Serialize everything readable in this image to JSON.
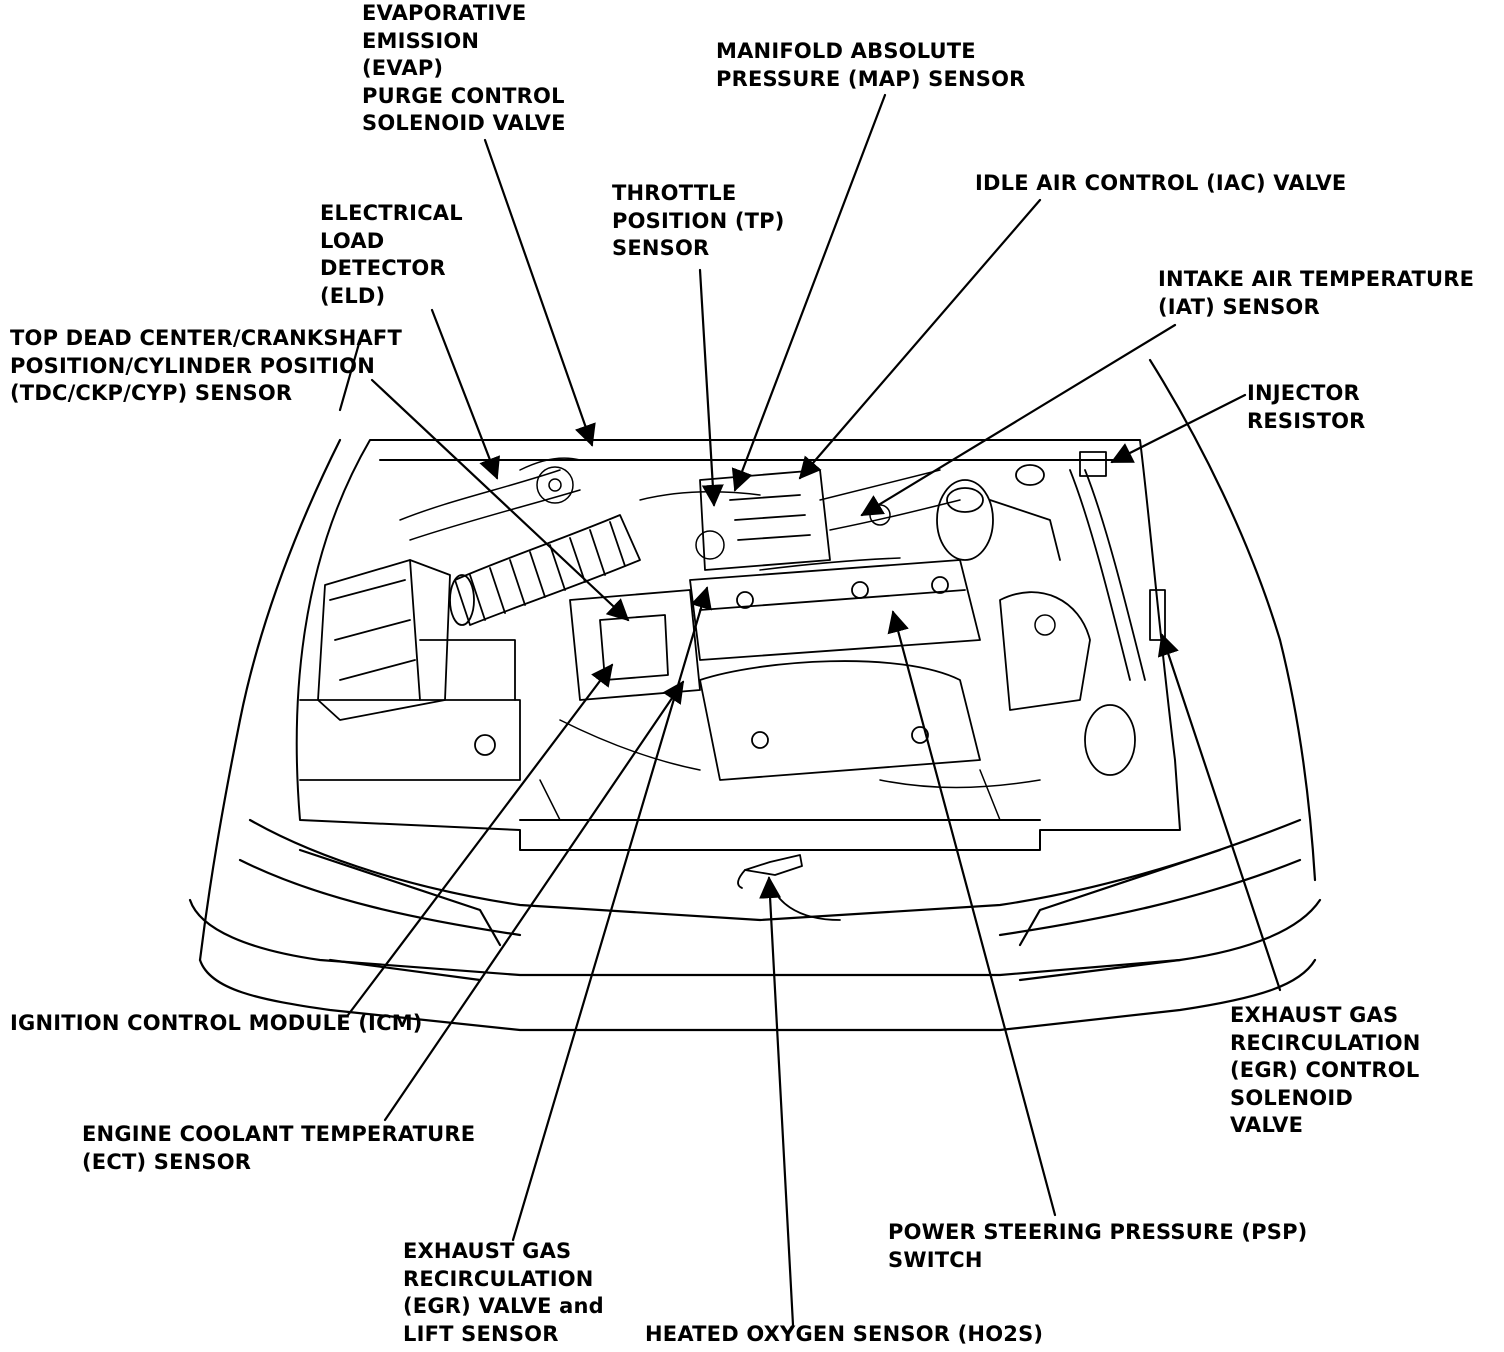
{
  "colors": {
    "ink": "#000000",
    "paper": "#ffffff"
  },
  "labels": {
    "evap": [
      "EVAPORATIVE",
      "EMISSION",
      "(EVAP)",
      "PURGE CONTROL",
      "SOLENOID VALVE"
    ],
    "map": [
      "MANIFOLD ABSOLUTE",
      "PRESSURE (MAP) SENSOR"
    ],
    "tp": [
      "THROTTLE",
      "POSITION (TP)",
      "SENSOR"
    ],
    "iac": [
      "IDLE AIR CONTROL (IAC) VALVE"
    ],
    "eld": [
      "ELECTRICAL",
      "LOAD",
      "DETECTOR",
      "(ELD)"
    ],
    "iat": [
      "INTAKE AIR TEMPERATURE",
      "(IAT) SENSOR"
    ],
    "tdc": [
      "TOP DEAD CENTER/CRANKSHAFT",
      "POSITION/CYLINDER POSITION",
      "(TDC/CKP/CYP) SENSOR"
    ],
    "injector": [
      "INJECTOR",
      "RESISTOR"
    ],
    "icm": [
      "IGNITION CONTROL MODULE (ICM)"
    ],
    "egr_solenoid": [
      "EXHAUST GAS",
      "RECIRCULATION",
      "(EGR) CONTROL",
      "SOLENOID",
      "VALVE"
    ],
    "ect": [
      "ENGINE COOLANT TEMPERATURE",
      "(ECT) SENSOR"
    ],
    "psp": [
      "POWER STEERING PRESSURE (PSP)",
      "SWITCH"
    ],
    "egr_valve": [
      "EXHAUST GAS",
      "RECIRCULATION",
      "(EGR) VALVE and",
      "LIFT SENSOR"
    ],
    "ho2s": [
      "HEATED OXYGEN SENSOR (HO2S)"
    ]
  }
}
